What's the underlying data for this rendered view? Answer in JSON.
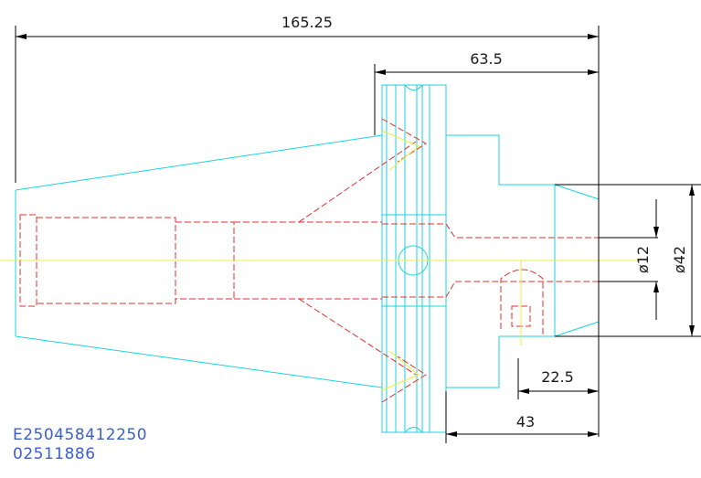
{
  "dimensions": {
    "overall_length": "165.25",
    "flange_length": "63.5",
    "shank_length": "43",
    "offset_length": "22.5",
    "bore_diameter": "ø12",
    "shank_diameter": "ø42"
  },
  "drawing_code": {
    "line1": "E250458412250",
    "line2": "02511886"
  },
  "colors": {
    "outline": "#19d3e0",
    "hidden": "#e0302e",
    "centerline": "#eded3c",
    "dimension": "#000000",
    "code_text": "#3a5fd0"
  }
}
